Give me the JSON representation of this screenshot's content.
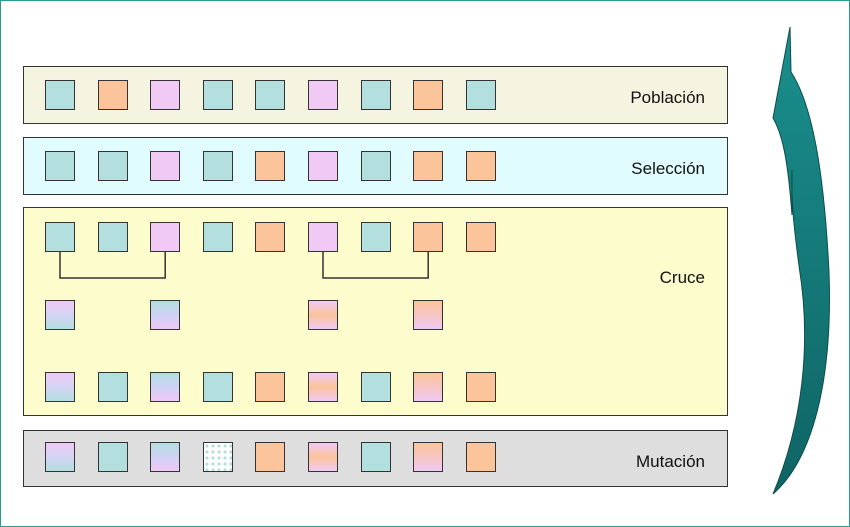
{
  "colors": {
    "teal": "#b3dfdf",
    "orange": "#fbc49b",
    "pink": "#f0c9f5",
    "band_poblacion": "#f4f4e0",
    "band_seleccion": "#e0fcff",
    "band_cruce": "#fdfccc",
    "band_mutacion": "#dedede",
    "arrow_dark": "#0f6464",
    "arrow_light": "#1a8f8d"
  },
  "stages": {
    "poblacion": {
      "label": "Población",
      "cells": [
        "teal",
        "orange",
        "pink",
        "teal",
        "teal",
        "pink",
        "teal",
        "orange",
        "teal"
      ]
    },
    "seleccion": {
      "label": "Selección",
      "cells": [
        "teal",
        "teal",
        "pink",
        "teal",
        "orange",
        "pink",
        "teal",
        "orange",
        "orange"
      ]
    },
    "cruce": {
      "label": "Cruce",
      "parents": [
        "teal",
        "teal",
        "pink",
        "teal",
        "orange",
        "pink",
        "teal",
        "orange",
        "orange"
      ],
      "pairings": [
        [
          1,
          3
        ],
        [
          6,
          8
        ]
      ],
      "offspring": [
        {
          "slot": 1,
          "fill": "pink-teal"
        },
        {
          "slot": 3,
          "fill": "teal-pink"
        },
        {
          "slot": 6,
          "fill": "pink-orange"
        },
        {
          "slot": 8,
          "fill": "orange-pink"
        }
      ],
      "result": [
        "pink-teal",
        "teal",
        "teal-pink",
        "teal",
        "orange",
        "pink-orange",
        "teal",
        "orange-pink",
        "orange"
      ]
    },
    "mutacion": {
      "label": "Mutación",
      "cells": [
        "pink-teal",
        "teal",
        "teal-pink",
        "mutated",
        "orange",
        "pink-orange",
        "teal",
        "orange-pink",
        "orange"
      ]
    }
  },
  "arrow": {
    "icon": "cycle-arrow-icon",
    "direction": "up"
  }
}
